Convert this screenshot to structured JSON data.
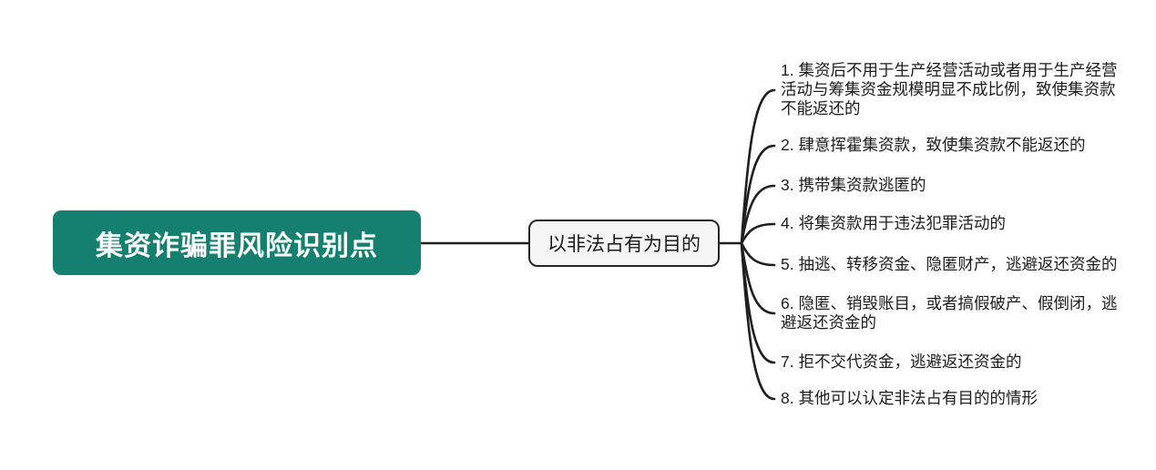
{
  "mindmap": {
    "root": {
      "label": "集资诈骗罪风险识别点"
    },
    "center": {
      "label": "以非法占有为目的"
    },
    "leaves": [
      "1. 集资后不用于生产经营活动或者用于生产经营\n活动与筹集资金规模明显不成比例，致使集资款\n不能返还的",
      "2. 肆意挥霍集资款，致使集资款不能返还的",
      "3. 携带集资款逃匿的",
      "4. 将集资款用于违法犯罪活动的",
      "5. 抽逃、转移资金、隐匿财产，逃避返还资金的",
      "6. 隐匿、销毁账目，或者搞假破产、假倒闭，逃\n避返还资金的",
      "7. 拒不交代资金，逃避返还资金的",
      "8. 其他可以认定非法占有目的的情形"
    ]
  },
  "colors": {
    "root_bg": "#15806F",
    "root_text": "#ffffff",
    "center_bg": "#f5f5f6",
    "center_border": "#262626",
    "line": "#1f1f1f",
    "leaf_text": "#1d1d1d",
    "background": "#ffffff"
  }
}
